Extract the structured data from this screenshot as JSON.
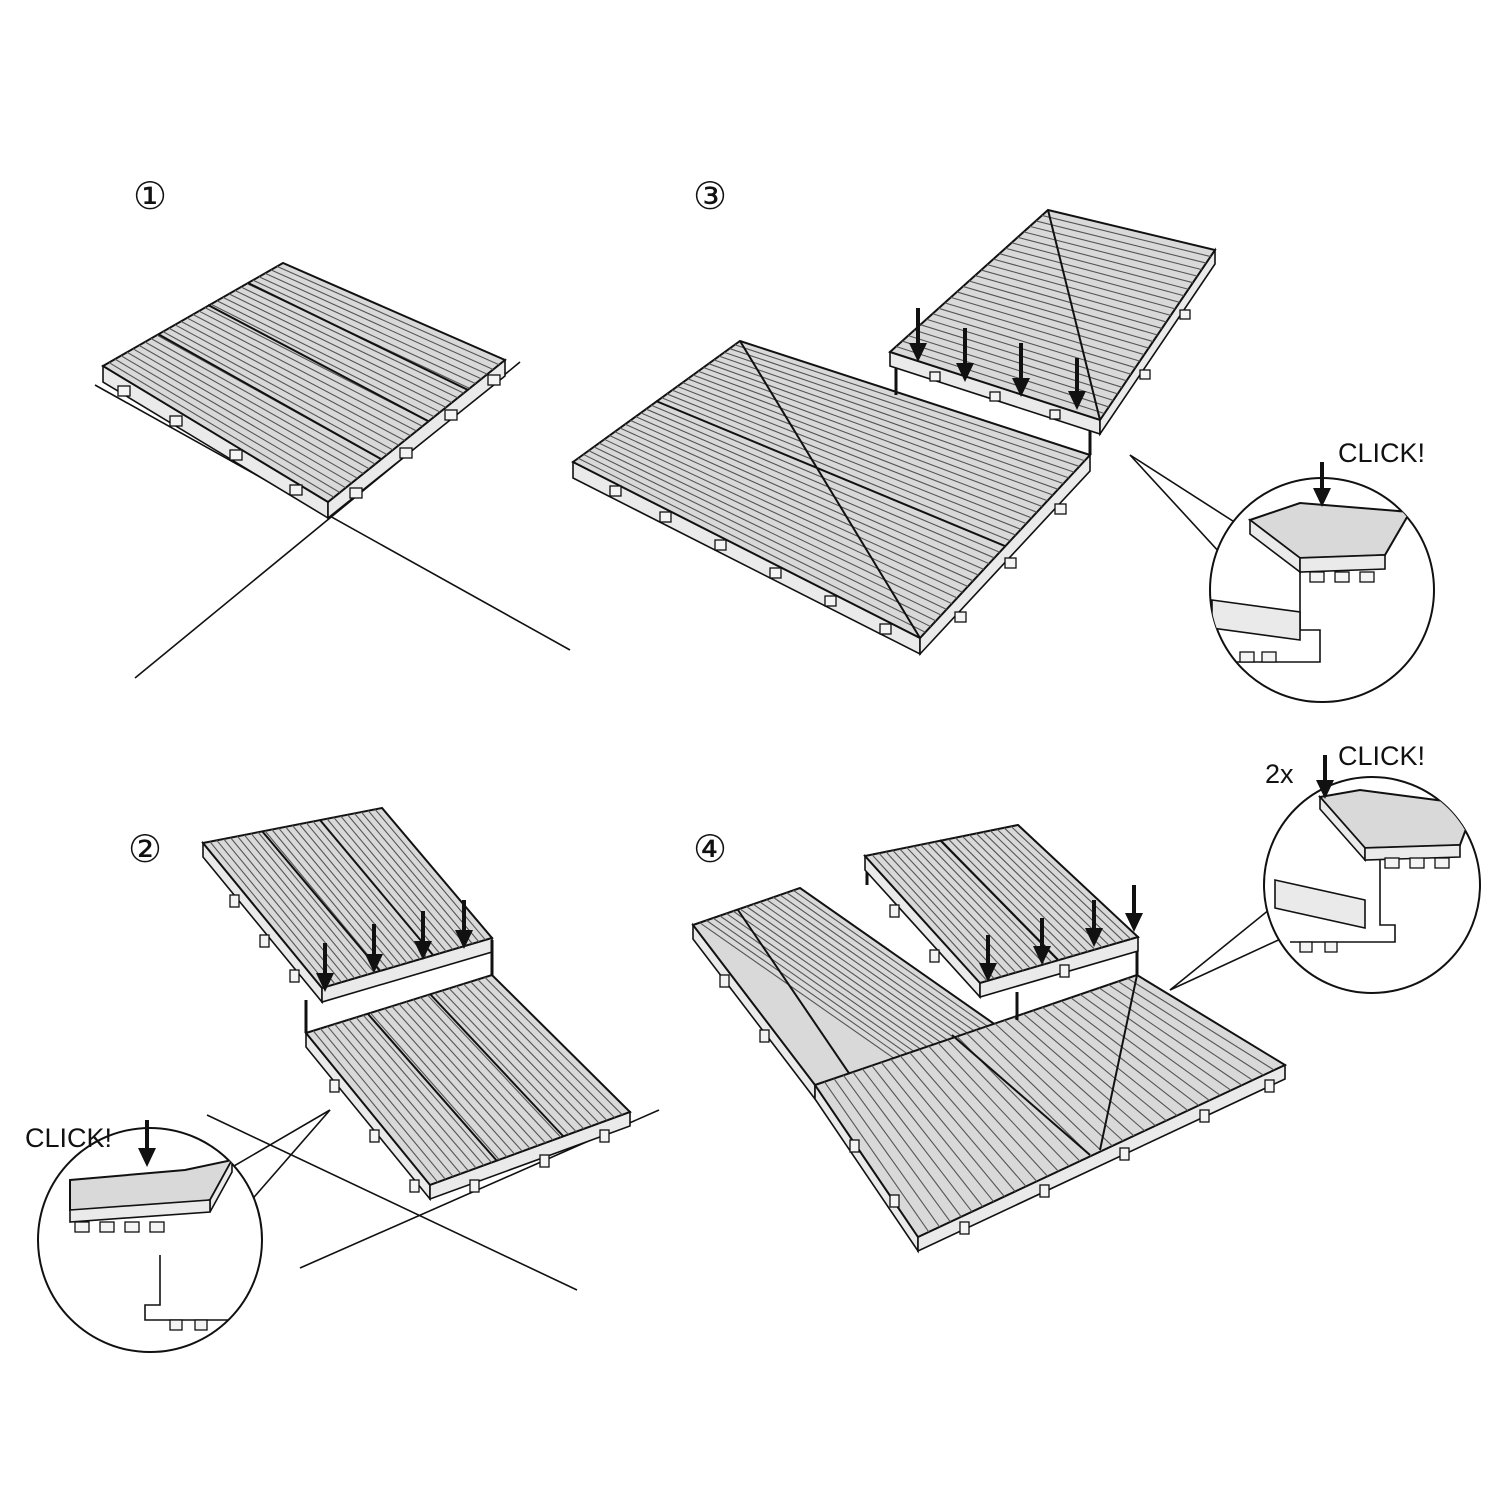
{
  "steps": [
    {
      "number": "1",
      "label": "①"
    },
    {
      "number": "2",
      "label": "②"
    },
    {
      "number": "3",
      "label": "③"
    },
    {
      "number": "4",
      "label": "④"
    }
  ],
  "callouts": {
    "click_step2": "CLICK!",
    "click_step3": "CLICK!",
    "click_step4": "CLICK!",
    "multiplier_step4": "2x"
  },
  "colors": {
    "line": "#111111",
    "tile_surface": "#d9d9d9",
    "background": "#ffffff"
  },
  "icons": [
    "down-arrow-icon",
    "magnifier-circle-icon"
  ]
}
